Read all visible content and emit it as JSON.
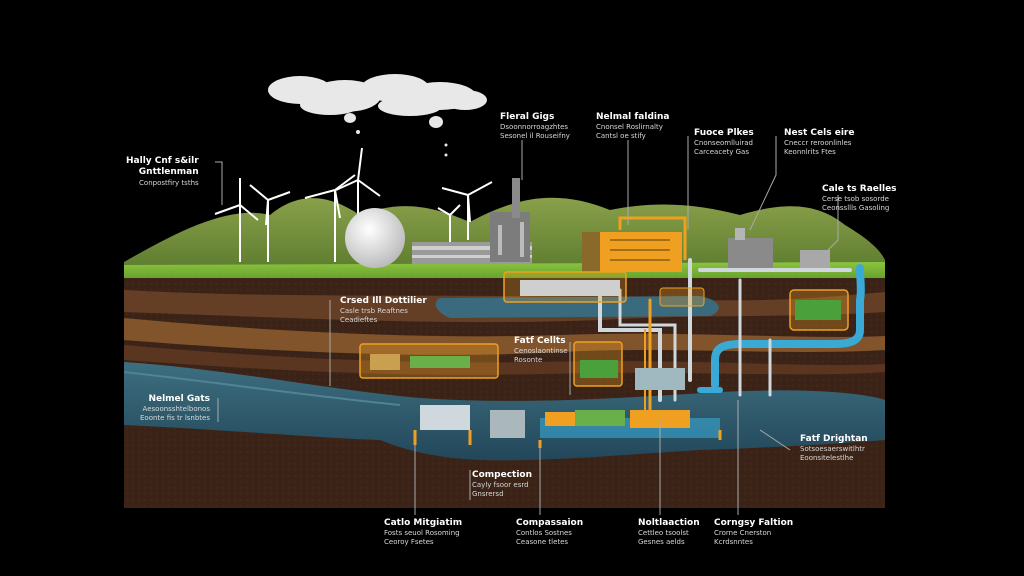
{
  "colors": {
    "background": "#000000",
    "grass": "#7fb83a",
    "hills": "#6d8a3a",
    "soil_dark": "#3a2518",
    "soil_mid": "#6a4128",
    "soil_orange": "#8a5a2e",
    "reservoir": "#2f5a6e",
    "pipe_blue": "#3aa9d6",
    "accent_orange": "#f0a020",
    "leader_line": "#aaaaaa"
  },
  "labels": {
    "top_left": {
      "title": "Hally Cnf s&ilr",
      "line2": "Gnttlenman",
      "line3": "Conpostfiry tsths"
    },
    "flaring": {
      "title": "Fleral Gigs",
      "line2": "Dsoonnorroagzhtes",
      "line3": "Sesonel il Rouseifny"
    },
    "natural_gas": {
      "title": "Nelmal faldina",
      "line2": "Cnonsel Roslirnalty",
      "line3": "Cantsl oe stify"
    },
    "process_pipes": {
      "title": "Fuoce Plkes",
      "line2": "Cnonseomlluirad",
      "line3": "Carceacety Gas"
    },
    "nest_cells": {
      "title": "Nest Cels eire",
      "line2": "Cneccr reroonlinles",
      "line3": "Keonnlrits Ftes"
    },
    "gas_to_facilities": {
      "title": "Cale ts Raelles",
      "line2": "Cerse tsob sosorde",
      "line3": "Ceonssllls Gasoling"
    },
    "crude_oil": {
      "title": "Crsed Ill Dottilier",
      "line2": "Casle trsb Reaftnes",
      "line3": "Ceadieftes"
    },
    "fast_cells": {
      "title": "Fatf Cellts",
      "line2": "Cenoslaontinse",
      "line3": "Rosonte"
    },
    "natural_gas_left": {
      "title": "Nelmel Gats",
      "line2": "Aesoonsshtelbonos",
      "line3": "Eoonte fis tr lsnbtes"
    },
    "fast_brighten": {
      "title": "Fatf Drightan",
      "line2": "Sotsoesaerswitlhtr",
      "line3": "Eoonsitelestlhe"
    },
    "compression_mid": {
      "title": "Compection",
      "line2": "Cayly fsoor esrd",
      "line3": "Gnsrersd"
    },
    "bottom_1": {
      "title": "Catlo Mitgiatim",
      "line2": "Fosts seuol Rosoming",
      "line3": "Ceoroy Fsetes"
    },
    "bottom_2": {
      "title": "Compassaion",
      "line2": "Contlos Sostnes",
      "line3": "Ceasone tletes"
    },
    "bottom_3": {
      "title": "Noltlaaction",
      "line2": "Cettleo tsoolst",
      "line3": "Gesnes aelds"
    },
    "bottom_4": {
      "title": "Corngsy Faltion",
      "line2": "Crorne Cnerston",
      "line3": "Kcrdsnntes"
    }
  }
}
